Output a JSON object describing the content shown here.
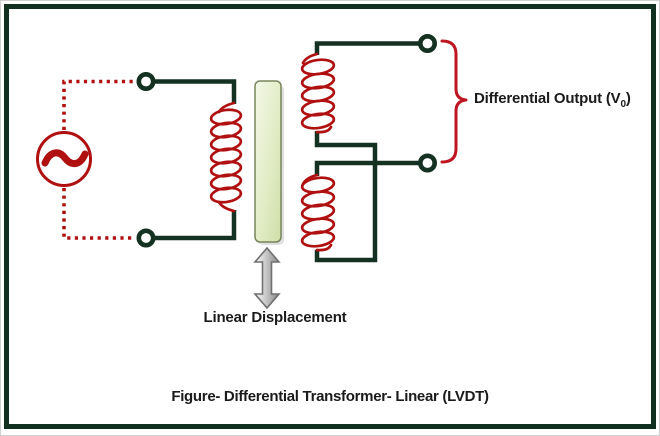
{
  "labels": {
    "differential_output_prefix": "Differential Output (V",
    "differential_output_sub": "0",
    "differential_output_suffix": ")",
    "linear_displacement": "Linear Displacement",
    "caption": "Figure- Differential Transformer- Linear (LVDT)"
  },
  "colors": {
    "background": "#ffffff",
    "frame_green": "#12301f",
    "wire_green": "#143122",
    "coil_red": "#b01010",
    "brace_red": "#bf1722",
    "core_border": "#78855c",
    "core_fill_light": "#f2f6e3",
    "core_fill_dark": "#d2e0ae",
    "arrow_fill_light": "#fbfbfb",
    "arrow_fill_dark": "#8a8a8a",
    "arrow_border": "#707070",
    "text_color": "#1b1b1b"
  }
}
